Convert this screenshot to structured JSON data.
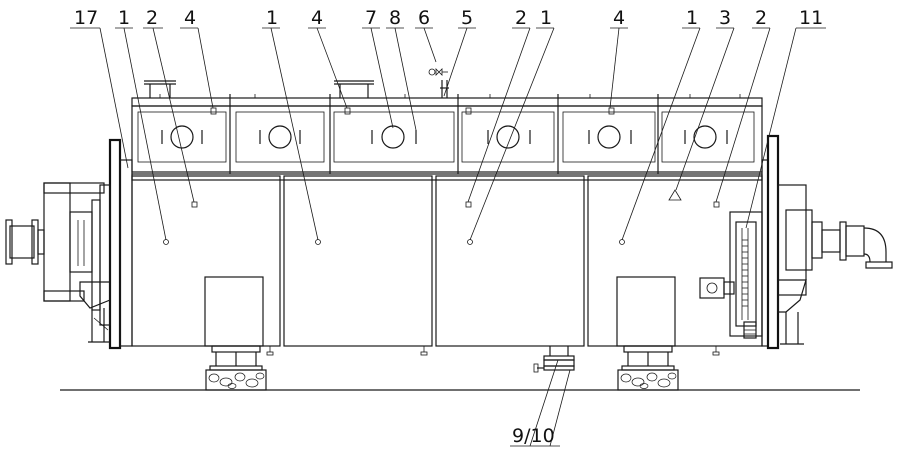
{
  "labels": {
    "l17": "17",
    "l1a": "1",
    "l2a": "2",
    "l4a": "4",
    "l1b": "1",
    "l4b": "4",
    "l7": "7",
    "l8": "8",
    "l6": "6",
    "l5": "5",
    "l2b": "2",
    "l1c": "1",
    "l4c": "4",
    "l1d": "1",
    "l3": "3",
    "l2c": "2",
    "l11": "11",
    "l910": "9/10"
  }
}
